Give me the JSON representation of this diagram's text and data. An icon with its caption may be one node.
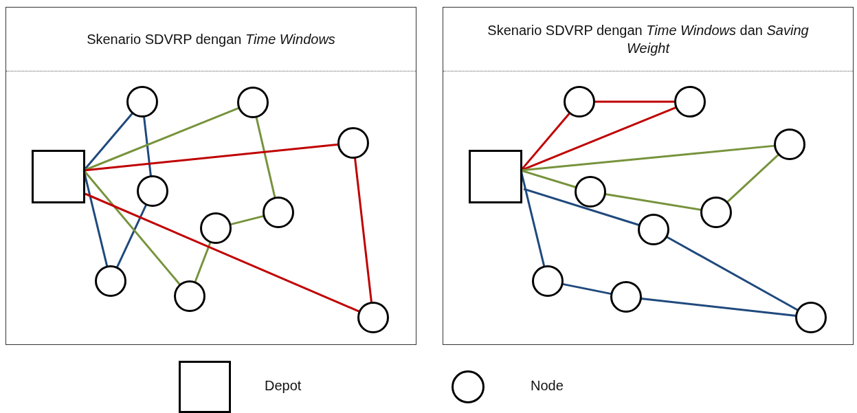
{
  "diagram": {
    "nodes": [
      {
        "text": [
          "Skenario SDVRP dengan *Time Windows*"
        ]
      },
      {
        "text": [],
        "shape": "box",
        "in": 0
      },
      {
        "text": [],
        "shape": "circle",
        "in": 0
      },
      {
        "text": [],
        "shape": "circle",
        "in": 0
      },
      {
        "text": [],
        "shape": "circle",
        "in": 0
      },
      {
        "text": [],
        "shape": "circle",
        "in": 0
      },
      {
        "text": [],
        "shape": "circle",
        "in": 0
      },
      {
        "text": [],
        "shape": "circle",
        "in": 0
      },
      {
        "text": [],
        "shape": "circle",
        "in": 0
      },
      {
        "text": [],
        "shape": "circle",
        "in": 0
      },
      {
        "text": [],
        "shape": "circle",
        "in": 0
      },
      {
        "text": [
          "Skenario SDVRP dengan *Time Windows* dan *Saving Weight*"
        ]
      },
      {
        "text": [],
        "shape": "box",
        "in": 11
      },
      {
        "text": [],
        "shape": "circle",
        "in": 11
      },
      {
        "text": [],
        "shape": "circle",
        "in": 11
      },
      {
        "text": [],
        "shape": "circle",
        "in": 11
      },
      {
        "text": [],
        "shape": "circle",
        "in": 11
      },
      {
        "text": [],
        "shape": "circle",
        "in": 11
      },
      {
        "text": [],
        "shape": "circle",
        "in": 11
      },
      {
        "text": [],
        "shape": "circle",
        "in": 11
      },
      {
        "text": [],
        "shape": "circle",
        "in": 11
      },
      {
        "text": [],
        "shape": "circle",
        "in": 11
      }
    ],
    "edges": [
      {
        "from": 1,
        "to": 2,
        "arrow": "none",
        "color": "#1f497d"
      },
      {
        "from": 2,
        "to": 5,
        "arrow": "none",
        "color": "#1f497d"
      },
      {
        "from": 5,
        "to": 8,
        "arrow": "none",
        "color": "#1f497d"
      },
      {
        "from": 8,
        "to": 1,
        "arrow": "none",
        "color": "#1f497d"
      },
      {
        "from": 1,
        "to": 3,
        "arrow": "none",
        "color": "#77933c"
      },
      {
        "from": 3,
        "to": 6,
        "arrow": "none",
        "color": "#77933c"
      },
      {
        "from": 6,
        "to": 7,
        "arrow": "none",
        "color": "#77933c"
      },
      {
        "from": 7,
        "to": 9,
        "arrow": "none",
        "color": "#77933c"
      },
      {
        "from": 9,
        "to": 1,
        "arrow": "none",
        "color": "#77933c"
      },
      {
        "from": 1,
        "to": 4,
        "arrow": "none",
        "color": "#c00000"
      },
      {
        "from": 4,
        "to": 10,
        "arrow": "none",
        "color": "#c00000"
      },
      {
        "from": 10,
        "to": 1,
        "arrow": "none",
        "color": "#c00000"
      },
      {
        "from": 12,
        "to": 13,
        "arrow": "none",
        "color": "#c00000"
      },
      {
        "from": 13,
        "to": 14,
        "arrow": "none",
        "color": "#c00000"
      },
      {
        "from": 14,
        "to": 12,
        "arrow": "none",
        "color": "#c00000"
      },
      {
        "from": 12,
        "to": 15,
        "arrow": "none",
        "color": "#77933c"
      },
      {
        "from": 15,
        "to": 17,
        "arrow": "none",
        "color": "#77933c"
      },
      {
        "from": 17,
        "to": 16,
        "arrow": "none",
        "color": "#77933c"
      },
      {
        "from": 16,
        "to": 12,
        "arrow": "none",
        "color": "#77933c"
      },
      {
        "from": 12,
        "to": 18,
        "arrow": "none",
        "color": "#1f497d"
      },
      {
        "from": 18,
        "to": 21,
        "arrow": "none",
        "color": "#1f497d"
      },
      {
        "from": 21,
        "to": 20,
        "arrow": "none",
        "color": "#1f497d"
      },
      {
        "from": 20,
        "to": 19,
        "arrow": "none",
        "color": "#1f497d"
      },
      {
        "from": 19,
        "to": 12,
        "arrow": "none",
        "color": "#1f497d"
      }
    ],
    "legend": [
      {
        "text": "Depot"
      },
      {
        "text": "Node"
      }
    ]
  }
}
